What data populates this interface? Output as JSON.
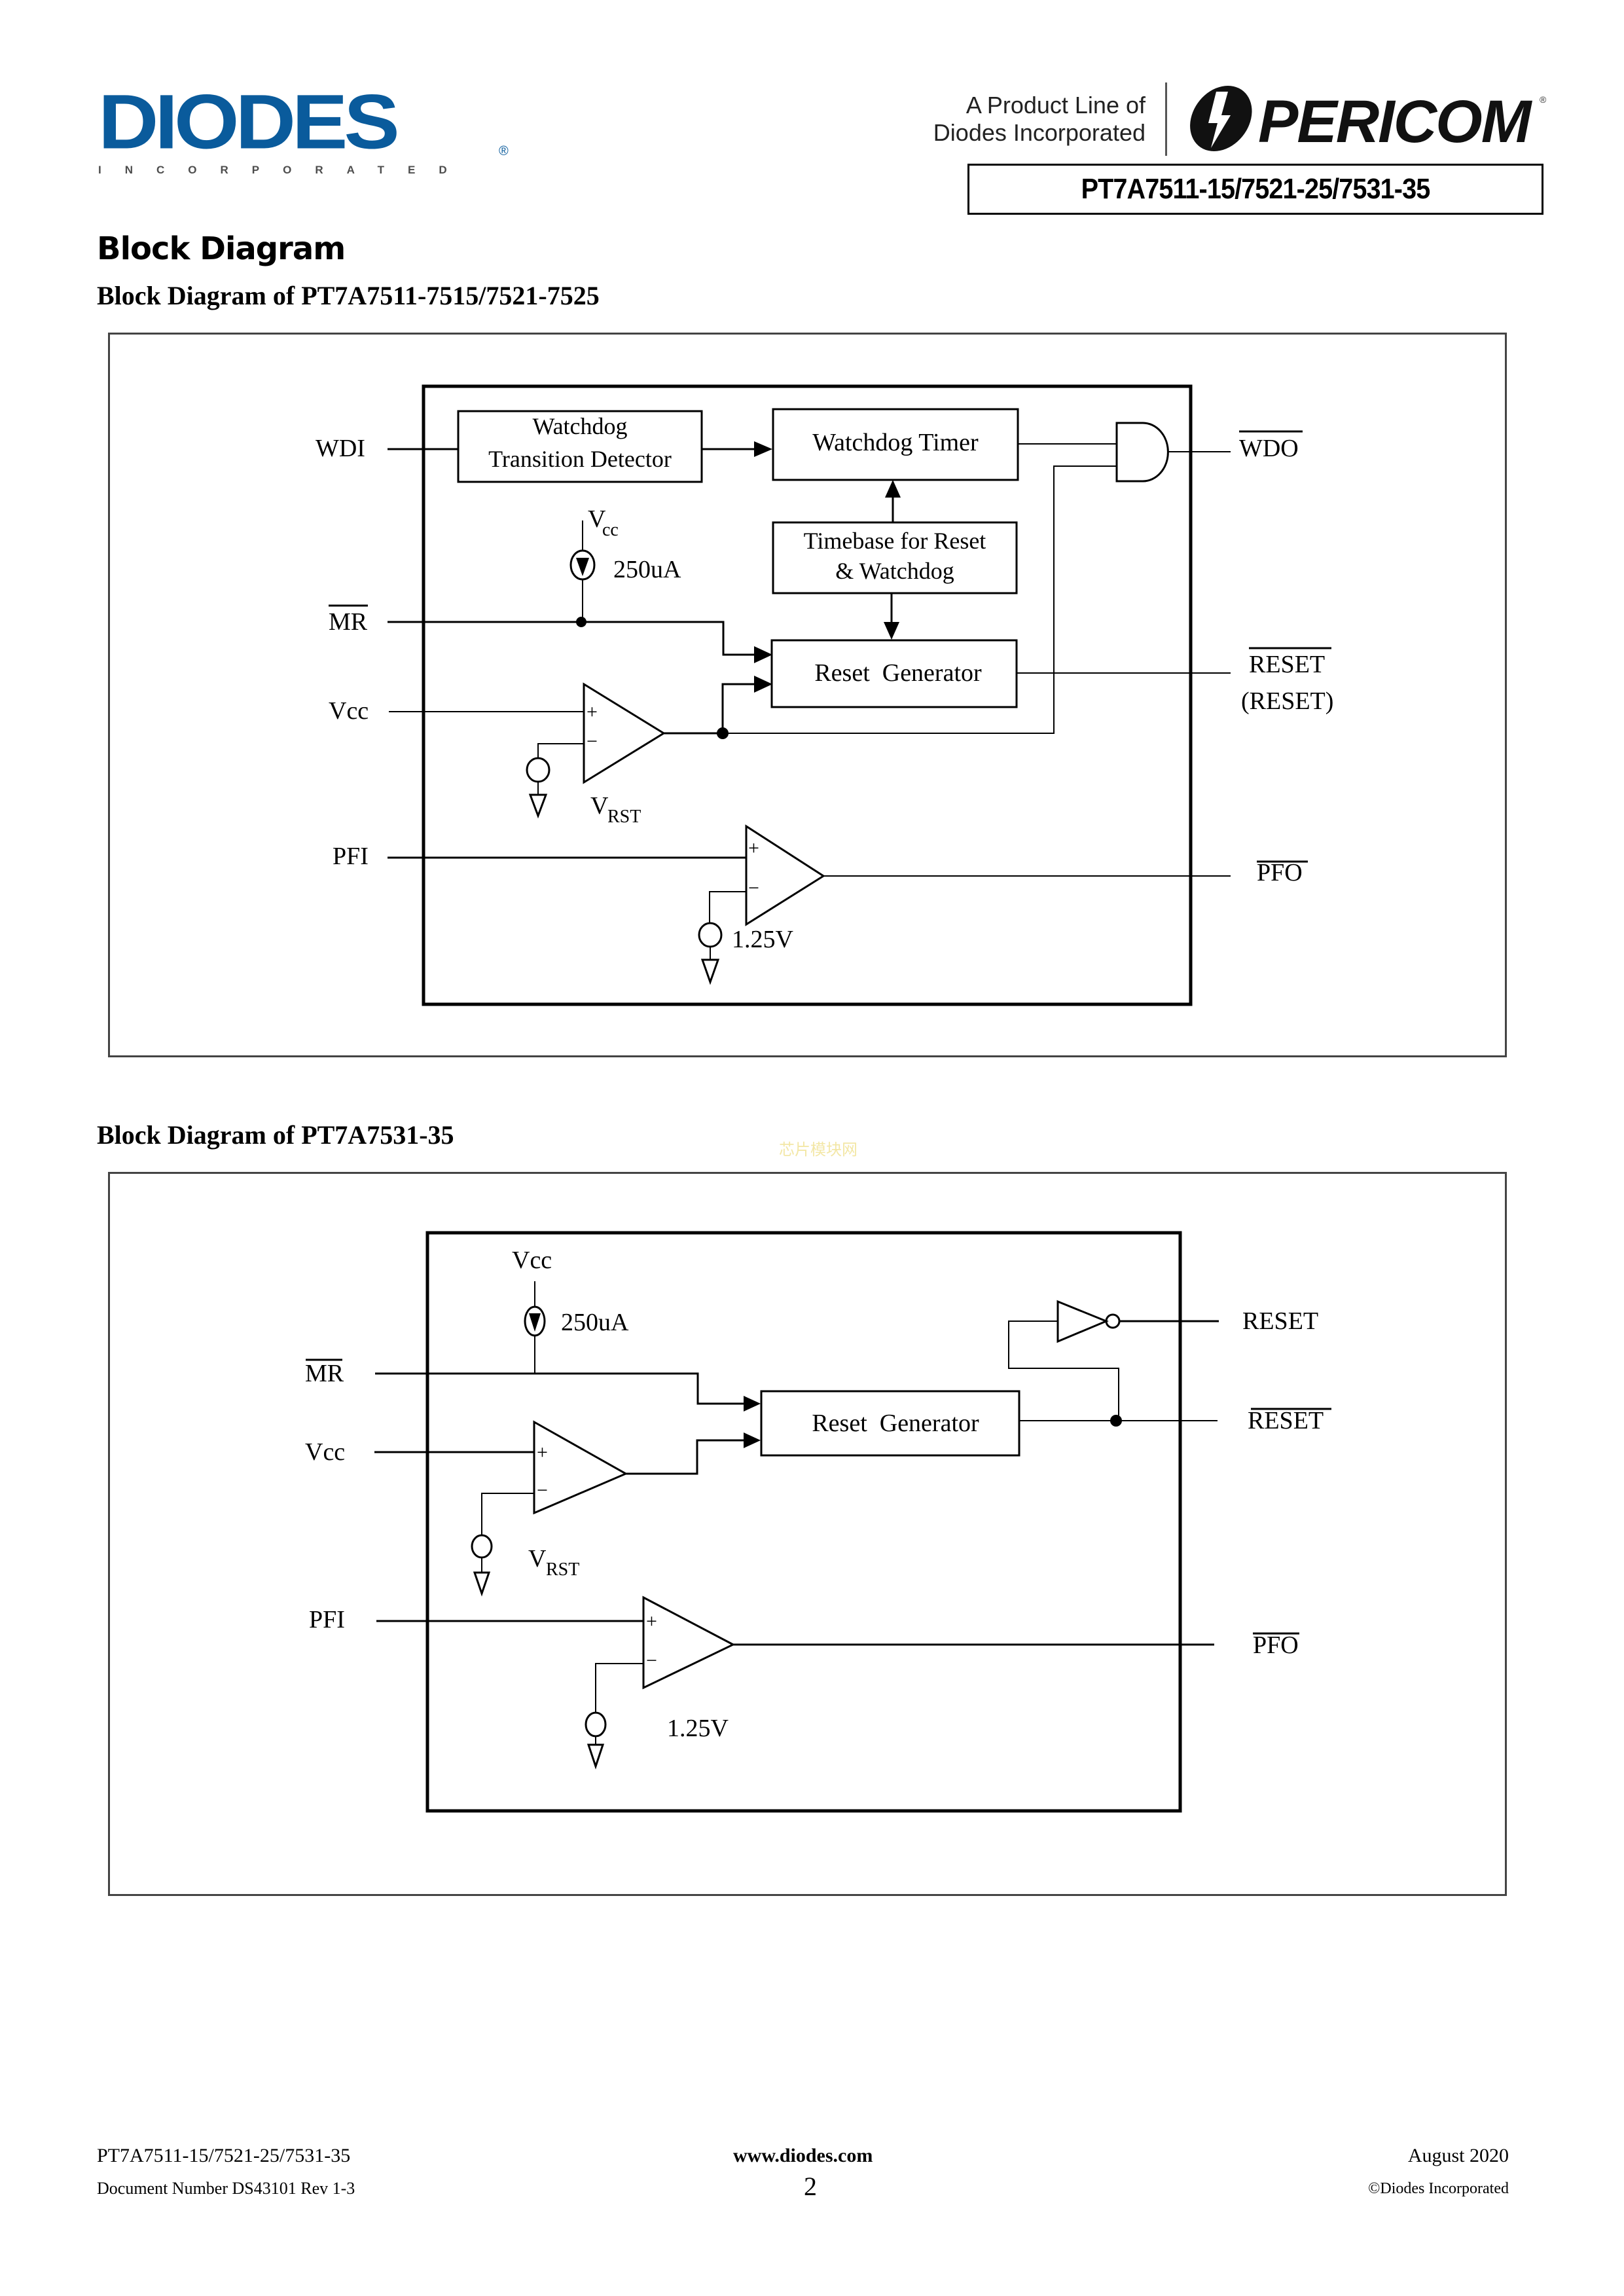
{
  "header": {
    "diodes_logo": {
      "word": "DIODES",
      "subtitle": "INCORPORATED",
      "registered": "®"
    },
    "product_line": [
      "A Product Line of",
      "Diodes Incorporated"
    ],
    "pericom_logo": {
      "word": "PERICOM",
      "registered": "®"
    },
    "part_number": "PT7A7511-15/7521-25/7531-35"
  },
  "section_title": "Block Diagram",
  "watermark": "芯片模块网",
  "figures": [
    {
      "title": "Block Diagram of PT7A7511-7515/7521-7525",
      "inputs": [
        {
          "label": "WDI",
          "overbar": false
        },
        {
          "label": "MR",
          "overbar": true
        },
        {
          "label": "Vcc",
          "overbar": false
        },
        {
          "label": "PFI",
          "overbar": false
        }
      ],
      "outputs": [
        {
          "label": "WDO",
          "overbar": true
        },
        {
          "label": "RESET",
          "overbar": true,
          "alt": "(RESET)"
        },
        {
          "label": "PFO",
          "overbar": true
        }
      ],
      "blocks": {
        "transition_detector": [
          "Watchdog",
          "Transition Detector"
        ],
        "watchdog_timer": "Watchdog Timer",
        "timebase": [
          "Timebase for Reset",
          "& Watchdog"
        ],
        "reset_generator": "Reset  Generator"
      },
      "sources": {
        "vcc_label": "V",
        "vcc_sub": "CC",
        "current": "250uA",
        "vrst_label": "V",
        "vrst_sub": "RST",
        "ref_voltage": "1.25V"
      },
      "comparator_signs": {
        "plus": "+",
        "minus": "−"
      }
    },
    {
      "title": "Block Diagram of PT7A7531-35",
      "inputs": [
        {
          "label": "MR",
          "overbar": true
        },
        {
          "label": "Vcc",
          "overbar": false
        },
        {
          "label": "PFI",
          "overbar": false
        }
      ],
      "outputs": [
        {
          "label": "RESET",
          "overbar": false
        },
        {
          "label": "RESET",
          "overbar": true
        },
        {
          "label": "PFO",
          "overbar": true
        }
      ],
      "blocks": {
        "reset_generator": "Reset  Generator"
      },
      "sources": {
        "vcc_label": "Vcc",
        "current": "250uA",
        "vrst_label": "V",
        "vrst_sub": "RST",
        "ref_voltage": "1.25V"
      },
      "comparator_signs": {
        "plus": "+",
        "minus": "−"
      }
    }
  ],
  "footer": {
    "left": [
      "PT7A7511-15/7521-25/7531-35",
      "Document Number DS43101 Rev 1-3"
    ],
    "center": [
      "www.diodes.com",
      "2"
    ],
    "right": [
      "August 2020",
      "©Diodes Incorporated"
    ]
  }
}
